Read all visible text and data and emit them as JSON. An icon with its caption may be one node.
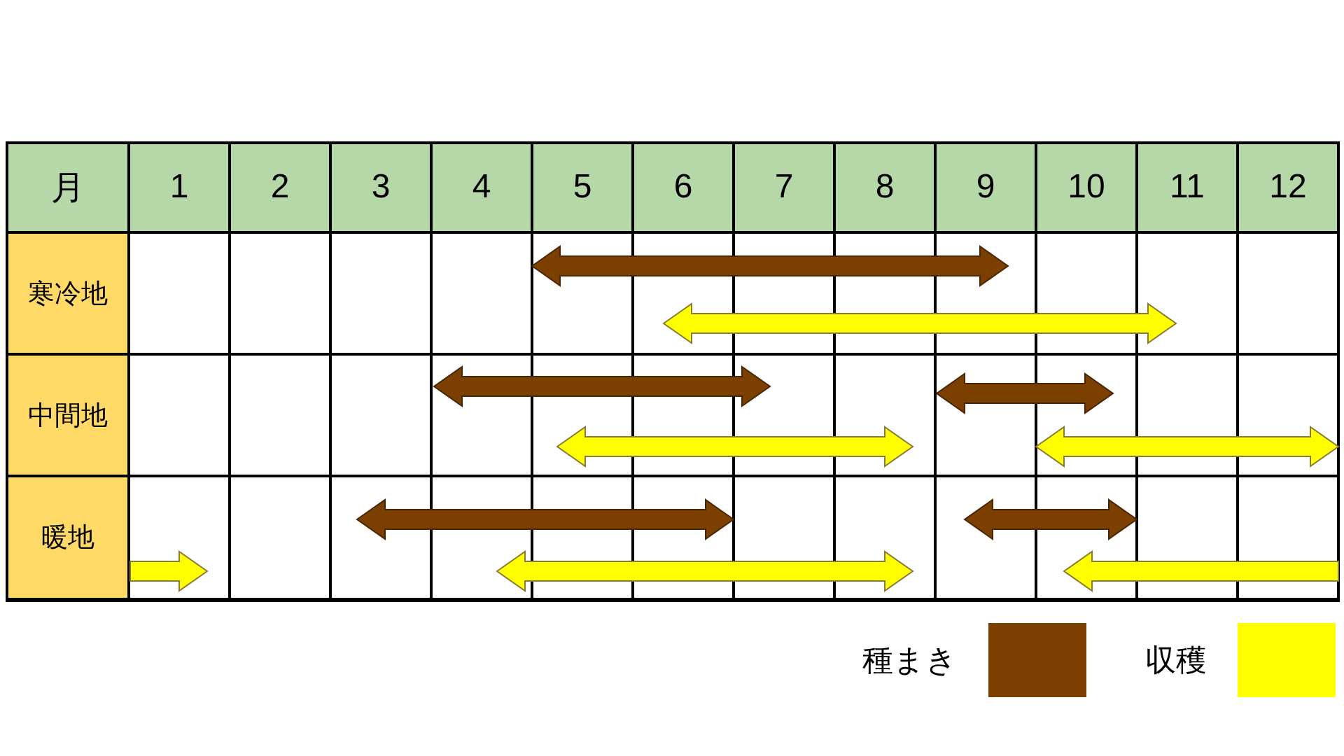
{
  "diagram": {
    "nodes": [
      {
        "text": [],
        "shape": "arrow"
      },
      {
        "text": [],
        "shape": "arrow"
      },
      {
        "text": [],
        "shape": "arrow"
      },
      {
        "text": [],
        "shape": "arrow"
      },
      {
        "text": [],
        "shape": "arrow"
      },
      {
        "text": [],
        "shape": "arrow"
      },
      {
        "text": [],
        "shape": "arrow"
      },
      {
        "text": [],
        "shape": "arrow"
      },
      {
        "text": [],
        "shape": "arrow"
      },
      {
        "text": [],
        "shape": "arrow"
      },
      {
        "text": [],
        "shape": "arrow"
      }
    ],
    "labels": [
      "月",
      "1",
      "2",
      "3",
      "4",
      "5",
      "6",
      "7",
      "8",
      "9",
      "10",
      "11",
      "12",
      "寒冷地",
      "中間地",
      "暖地"
    ],
    "legend": [
      {
        "text": "種まき",
        "color": "#7b3f00"
      },
      {
        "text": "収穫",
        "color": "#ffff00"
      }
    ]
  }
}
